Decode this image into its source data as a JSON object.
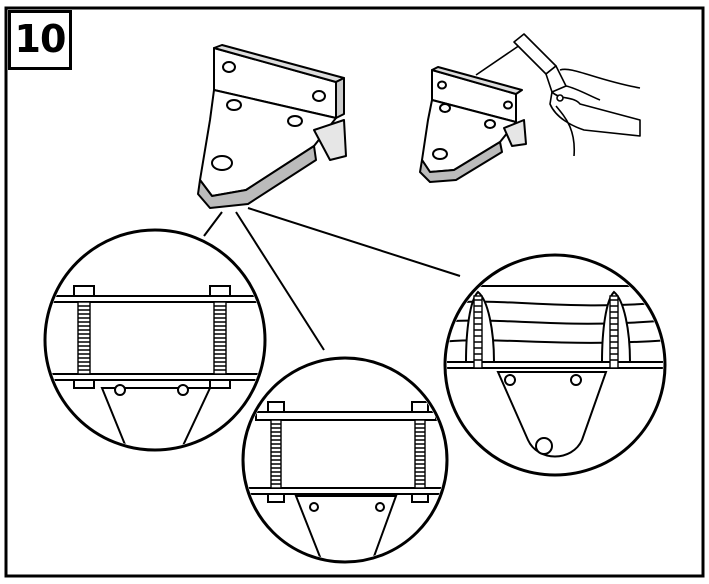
{
  "step": {
    "number": "10"
  },
  "colors": {
    "line": "#000000",
    "background": "#ffffff"
  },
  "figure": {
    "main_part": "mounting-bracket",
    "tool": "welding-torch",
    "details": [
      "detail-bolts-on-plate",
      "detail-bolts-between-plates",
      "detail-bolts-through-spacer"
    ]
  }
}
